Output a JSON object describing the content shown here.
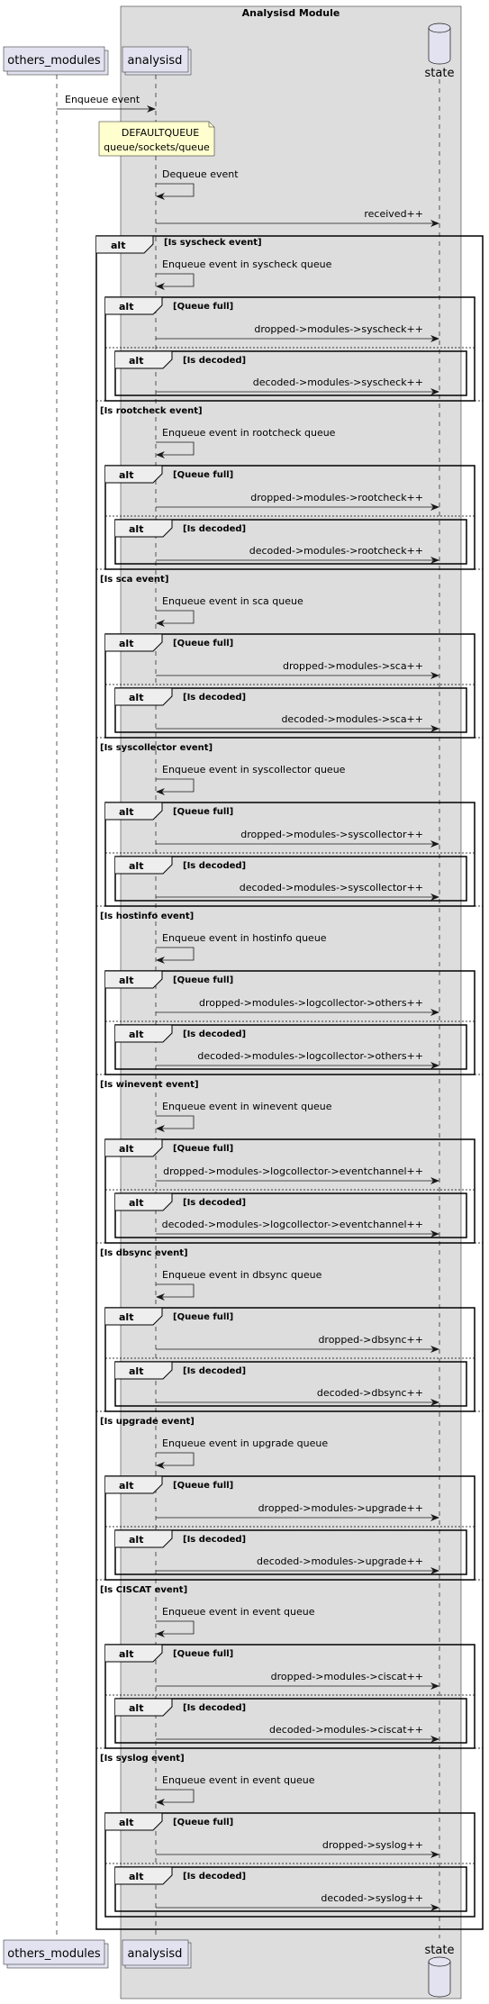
{
  "box_title": "Analysisd Module",
  "participants": {
    "others": "others_modules",
    "analysisd": "analysisd",
    "state": "state"
  },
  "intro": {
    "enqueue": "Enqueue event",
    "note_line1": "DEFAULTQUEUE",
    "note_line2": "queue/sockets/queue",
    "dequeue": "Dequeue event",
    "received": "received++"
  },
  "alt_keyword": "alt",
  "sections": [
    {
      "condition": "[Is syscheck event]",
      "enqueue": "Enqueue event in syscheck queue",
      "full_guard": "[Queue full]",
      "dropped": "dropped->modules->syscheck++",
      "decoded_guard": "[Is decoded]",
      "decoded": "decoded->modules->syscheck++"
    },
    {
      "condition": "[Is rootcheck event]",
      "enqueue": "Enqueue event in rootcheck queue",
      "full_guard": "[Queue full]",
      "dropped": "dropped->modules->rootcheck++",
      "decoded_guard": "[Is decoded]",
      "decoded": "decoded->modules->rootcheck++"
    },
    {
      "condition": "[Is sca event]",
      "enqueue": "Enqueue event in sca queue",
      "full_guard": "[Queue full]",
      "dropped": "dropped->modules->sca++",
      "decoded_guard": "[Is decoded]",
      "decoded": "decoded->modules->sca++"
    },
    {
      "condition": "[Is syscollector event]",
      "enqueue": "Enqueue event in syscollector queue",
      "full_guard": "[Queue full]",
      "dropped": "dropped->modules->syscollector++",
      "decoded_guard": "[Is decoded]",
      "decoded": "decoded->modules->syscollector++"
    },
    {
      "condition": "[Is hostinfo event]",
      "enqueue": "Enqueue event in hostinfo queue",
      "full_guard": "[Queue full]",
      "dropped": "dropped->modules->logcollector->others++",
      "decoded_guard": "[Is decoded]",
      "decoded": "decoded->modules->logcollector->others++"
    },
    {
      "condition": "[Is winevent event]",
      "enqueue": "Enqueue event in winevent queue",
      "full_guard": "[Queue full]",
      "dropped": "dropped->modules->logcollector->eventchannel++",
      "decoded_guard": "[Is decoded]",
      "decoded": "decoded->modules->logcollector->eventchannel++"
    },
    {
      "condition": "[Is dbsync event]",
      "enqueue": "Enqueue event in dbsync queue",
      "full_guard": "[Queue full]",
      "dropped": "dropped->dbsync++",
      "decoded_guard": "[Is decoded]",
      "decoded": "decoded->dbsync++"
    },
    {
      "condition": "[Is upgrade event]",
      "enqueue": "Enqueue event in upgrade queue",
      "full_guard": "[Queue full]",
      "dropped": "dropped->modules->upgrade++",
      "decoded_guard": "[Is decoded]",
      "decoded": "decoded->modules->upgrade++"
    },
    {
      "condition": "[Is CISCAT event]",
      "enqueue": "Enqueue event in event queue",
      "full_guard": "[Queue full]",
      "dropped": "dropped->modules->ciscat++",
      "decoded_guard": "[Is decoded]",
      "decoded": "decoded->modules->ciscat++"
    },
    {
      "condition": "[Is syslog event]",
      "enqueue": "Enqueue event in event queue",
      "full_guard": "[Queue full]",
      "dropped": "dropped->syslog++",
      "decoded_guard": "[Is decoded]",
      "decoded": "decoded->syslog++"
    }
  ],
  "colors": {
    "box_fill": "#dddddd",
    "participant_fill": "#e2e2f0",
    "participant_stroke": "#181818",
    "note_fill": "#fefece",
    "line": "#181818"
  }
}
